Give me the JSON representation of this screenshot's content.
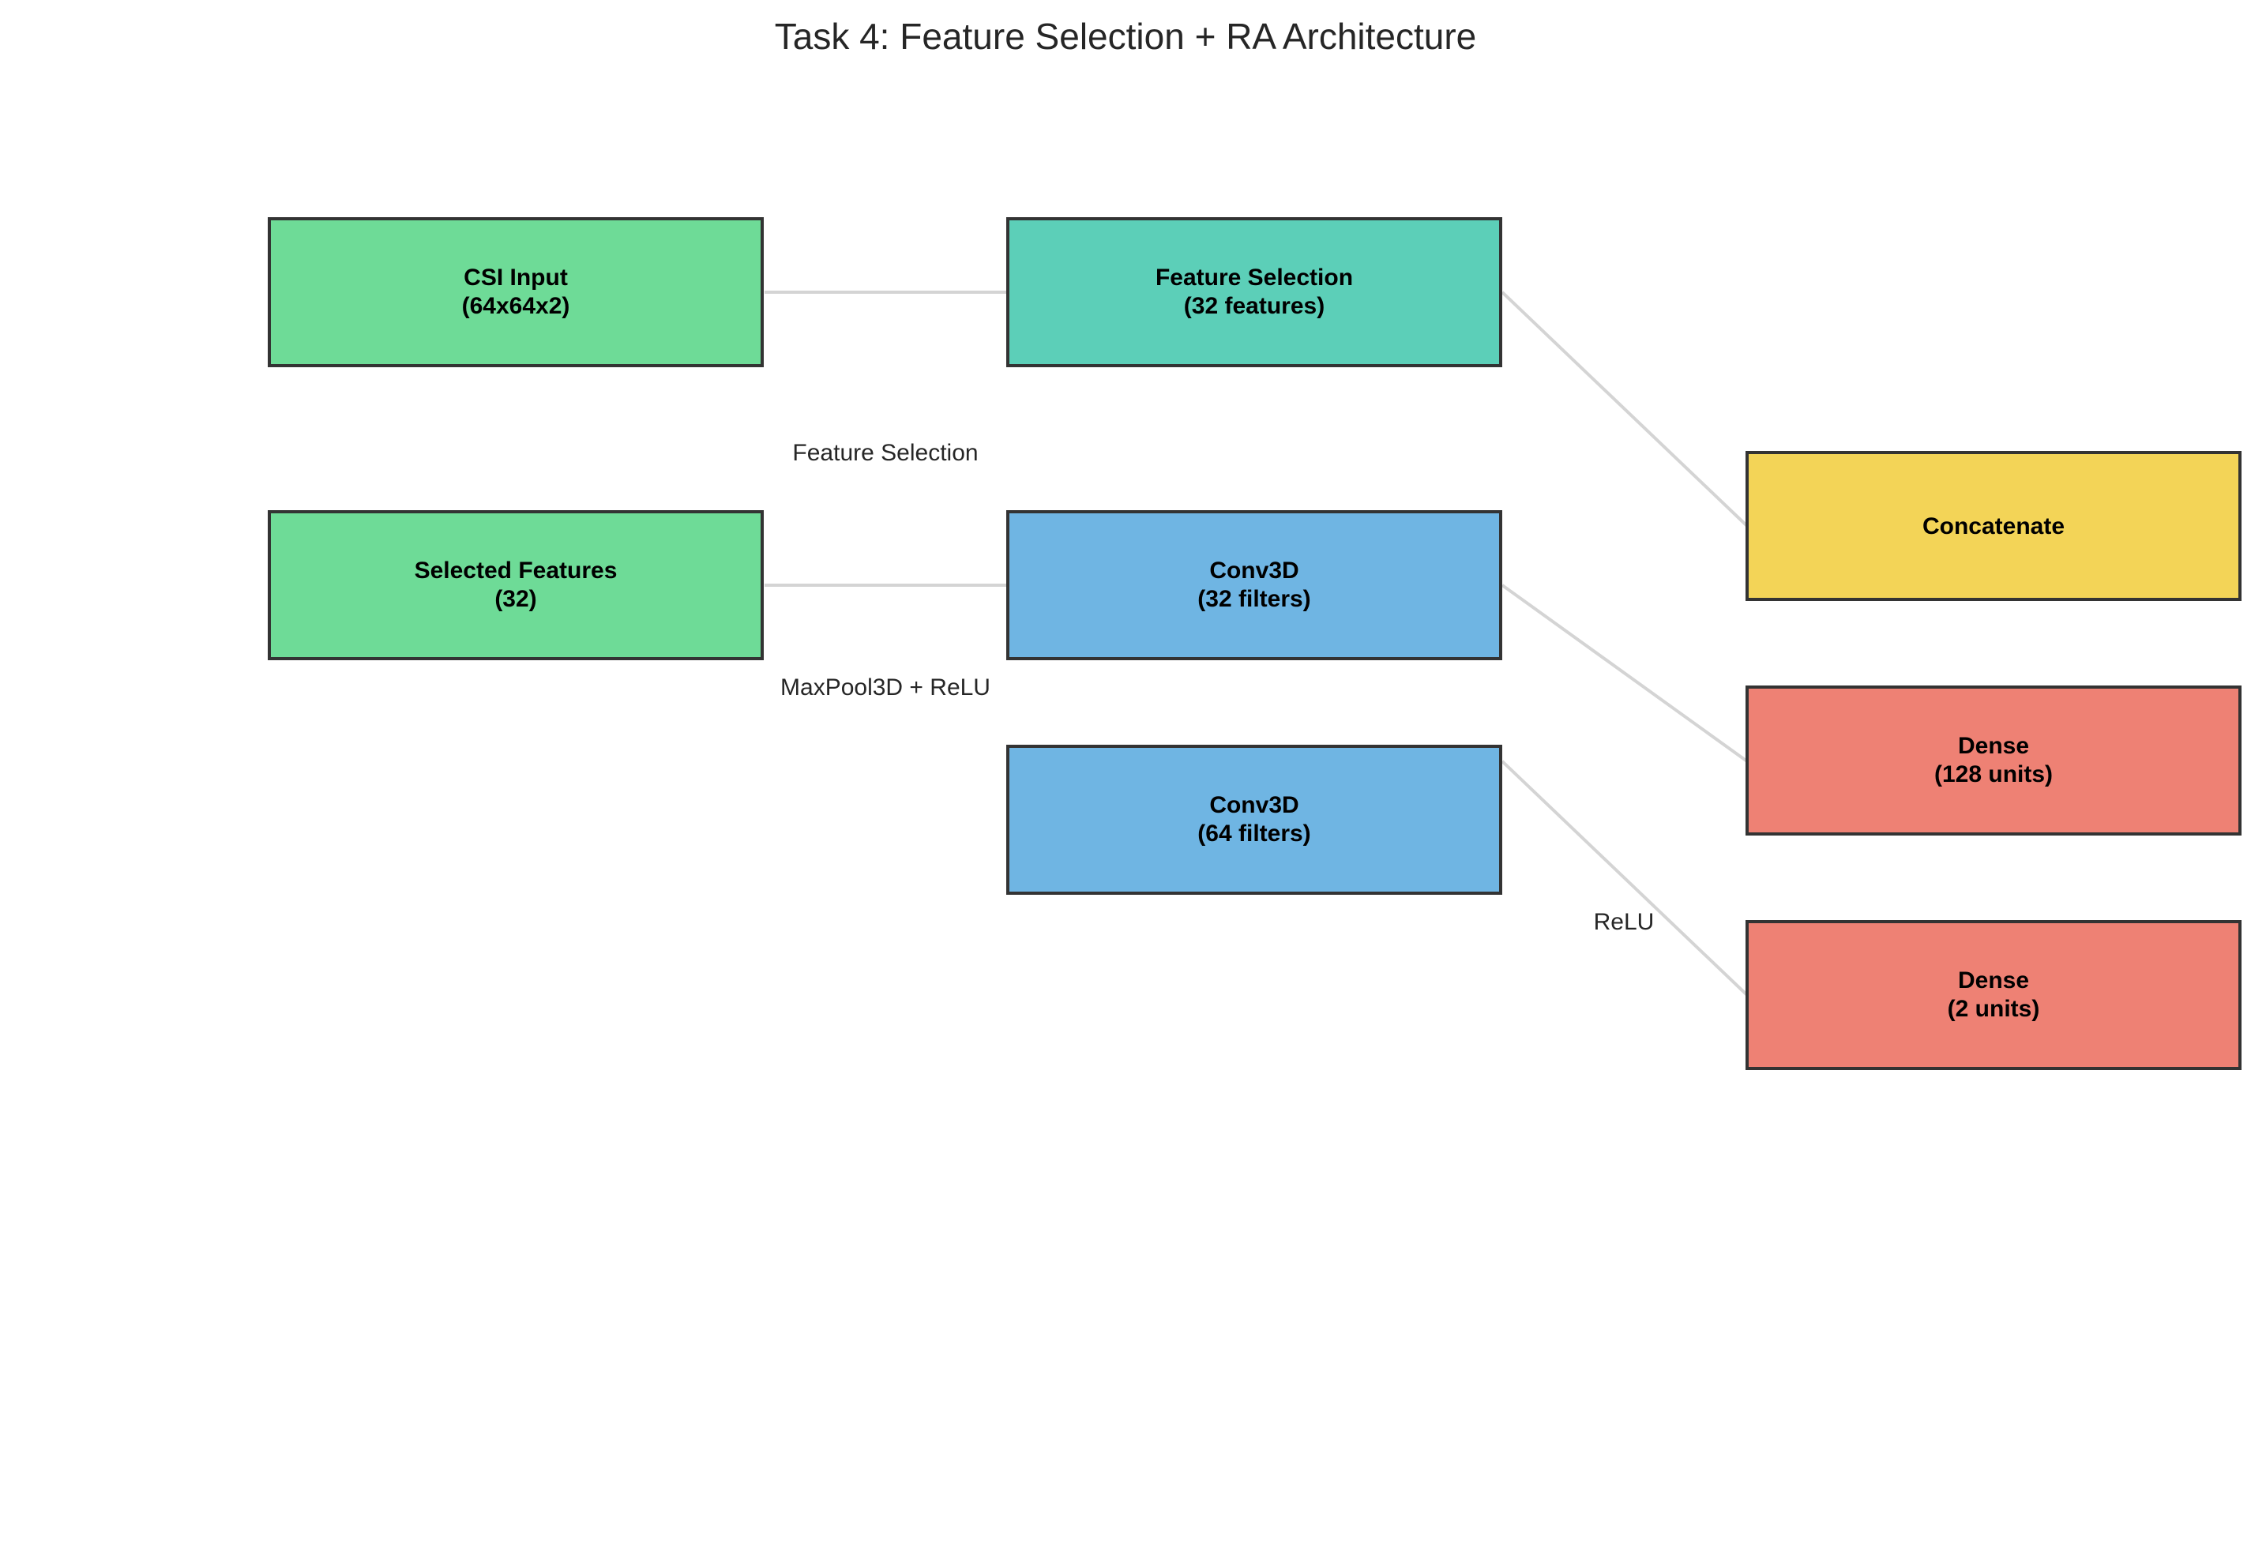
{
  "title": "Task 4: Feature Selection + RA Architecture",
  "colors": {
    "input": "#6edb97",
    "feature_selection": "#5ccfb8",
    "conv": "#6fb5e3",
    "concat": "#f3d457",
    "dense": "#ee8174",
    "border": "#333333",
    "connector": "#d4d4d4"
  },
  "nodes": {
    "csi_input": {
      "line1": "CSI Input",
      "line2": "(64x64x2)",
      "color_key": "input"
    },
    "selected_features": {
      "line1": "Selected Features",
      "line2": "(32)",
      "color_key": "input"
    },
    "feature_selection": {
      "line1": "Feature Selection",
      "line2": "(32 features)",
      "color_key": "feature_selection"
    },
    "conv3d_32": {
      "line1": "Conv3D",
      "line2": "(32 filters)",
      "color_key": "conv"
    },
    "conv3d_64": {
      "line1": "Conv3D",
      "line2": "(64 filters)",
      "color_key": "conv"
    },
    "concatenate": {
      "line1": "Concatenate",
      "line2": "",
      "color_key": "concat"
    },
    "dense_128": {
      "line1": "Dense",
      "line2": "(128 units)",
      "color_key": "dense"
    },
    "dense_2": {
      "line1": "Dense",
      "line2": "(2 units)",
      "color_key": "dense"
    }
  },
  "edges": [
    {
      "from": "csi_input",
      "to": "feature_selection"
    },
    {
      "from": "selected_features",
      "to": "conv3d_32"
    },
    {
      "from": "feature_selection",
      "to": "concatenate"
    },
    {
      "from": "conv3d_32",
      "to": "dense_128"
    },
    {
      "from": "conv3d_64",
      "to": "dense_2"
    }
  ],
  "edge_labels": {
    "feature_selection": "Feature Selection",
    "maxpool_relu": "MaxPool3D + ReLU",
    "relu": "ReLU"
  }
}
